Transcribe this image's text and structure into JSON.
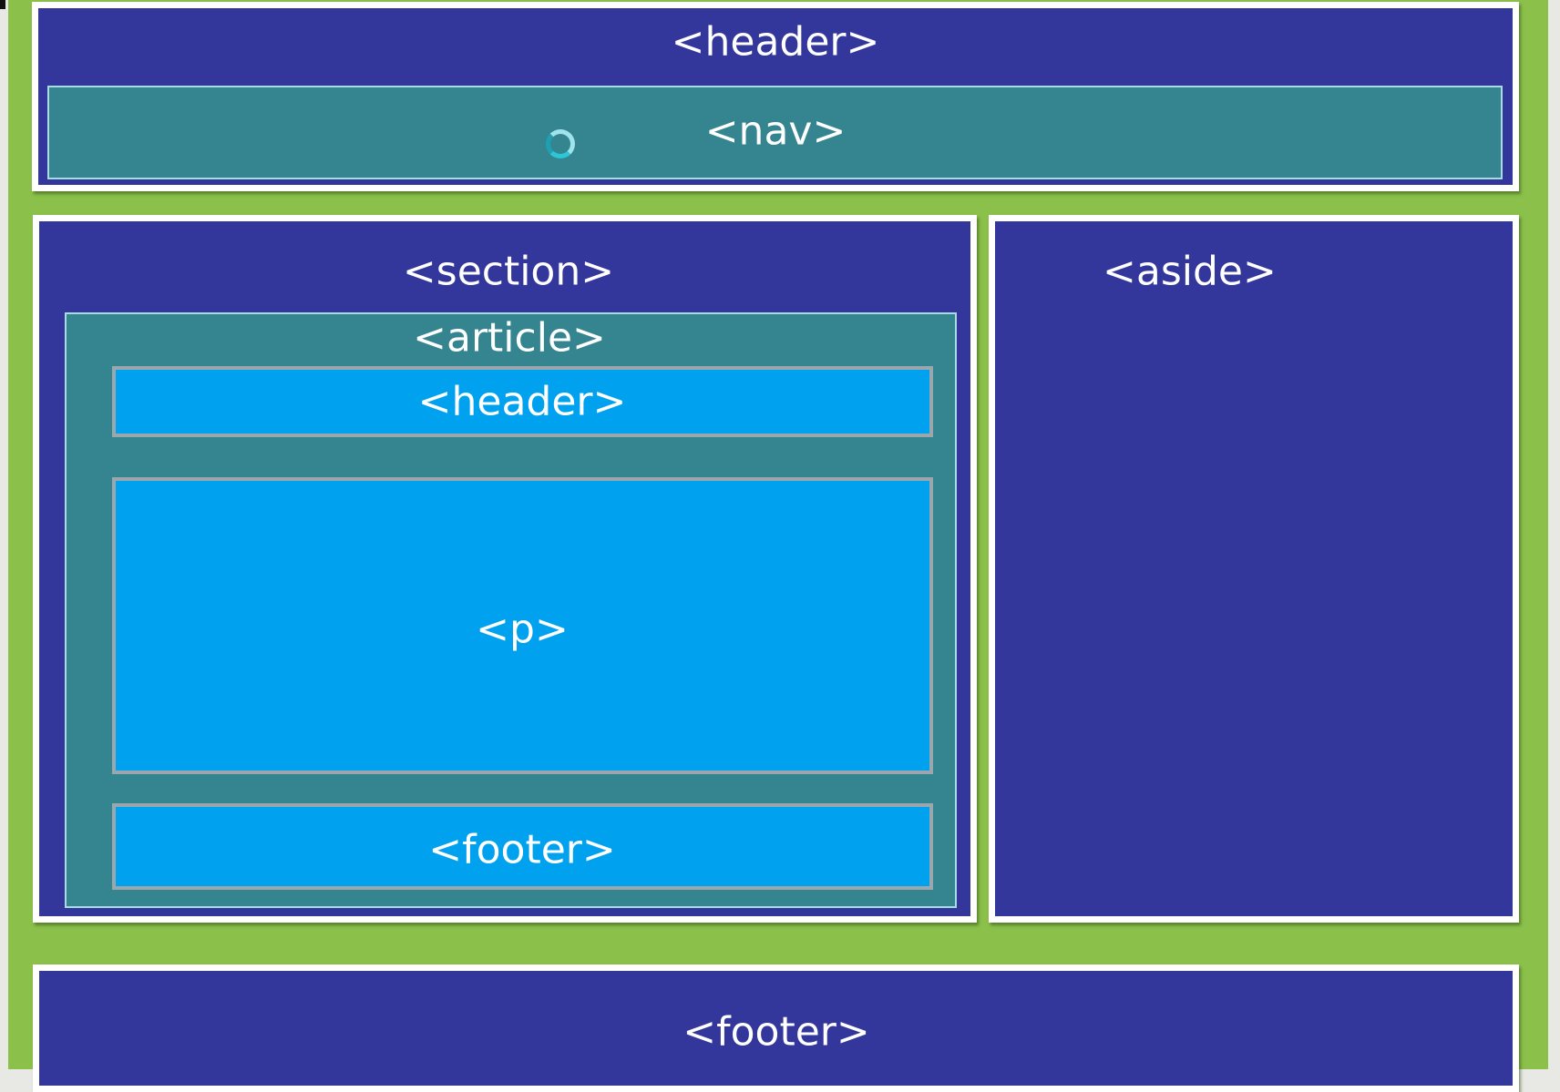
{
  "diagram": {
    "header": "<header>",
    "nav": "<nav>",
    "section": "<section>",
    "article": "<article>",
    "article_header": "<header>",
    "paragraph": "<p>",
    "article_footer": "<footer>",
    "aside": "<aside>",
    "footer": "<footer>"
  },
  "colors": {
    "background": "#8bc04a",
    "block": "#33369b",
    "nested": "#358590",
    "inner": "#00a2f0"
  }
}
